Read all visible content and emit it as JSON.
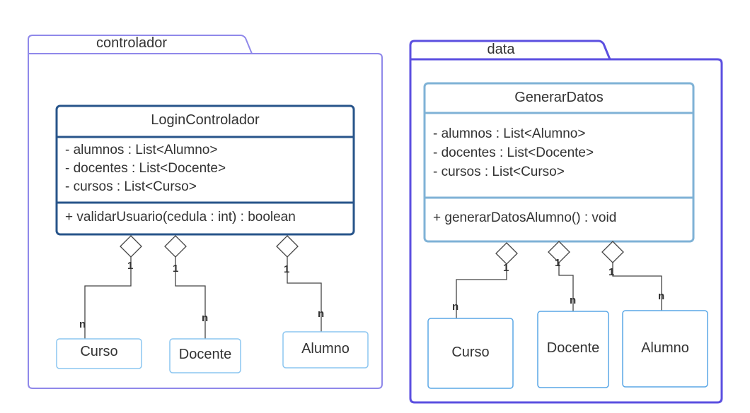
{
  "packages": [
    {
      "name": "controlador",
      "main_class": {
        "name": "LoginControlador",
        "attributes": [
          "- alumnos : List<Alumno>",
          "- docentes : List<Docente>",
          "- cursos : List<Curso>"
        ],
        "operations": [
          "+ validarUsuario(cedula : int) : boolean"
        ]
      },
      "related": [
        {
          "name": "Curso",
          "mult_near": "1",
          "mult_far": "n"
        },
        {
          "name": "Docente",
          "mult_near": "1",
          "mult_far": "n"
        },
        {
          "name": "Alumno",
          "mult_near": "1",
          "mult_far": "n"
        }
      ]
    },
    {
      "name": "data",
      "main_class": {
        "name": "GenerarDatos",
        "attributes": [
          "- alumnos : List<Alumno>",
          "- docentes : List<Docente>",
          "- cursos : List<Curso>"
        ],
        "operations": [
          "+ generarDatosAlumno() : void"
        ]
      },
      "related": [
        {
          "name": "Curso",
          "mult_near": "1",
          "mult_far": "n"
        },
        {
          "name": "Docente",
          "mult_near": "1",
          "mult_far": "n"
        },
        {
          "name": "Alumno",
          "mult_near": "1",
          "mult_far": "n"
        }
      ]
    }
  ],
  "colors": {
    "package_left": "#8f88ea",
    "package_right": "#5b4fe0",
    "class_left": "#27548a",
    "class_right": "#7fb2d6",
    "small_left": "#8cc6f0",
    "small_right": "#5aa7e6",
    "connector": "#444444",
    "text": "#333333"
  }
}
